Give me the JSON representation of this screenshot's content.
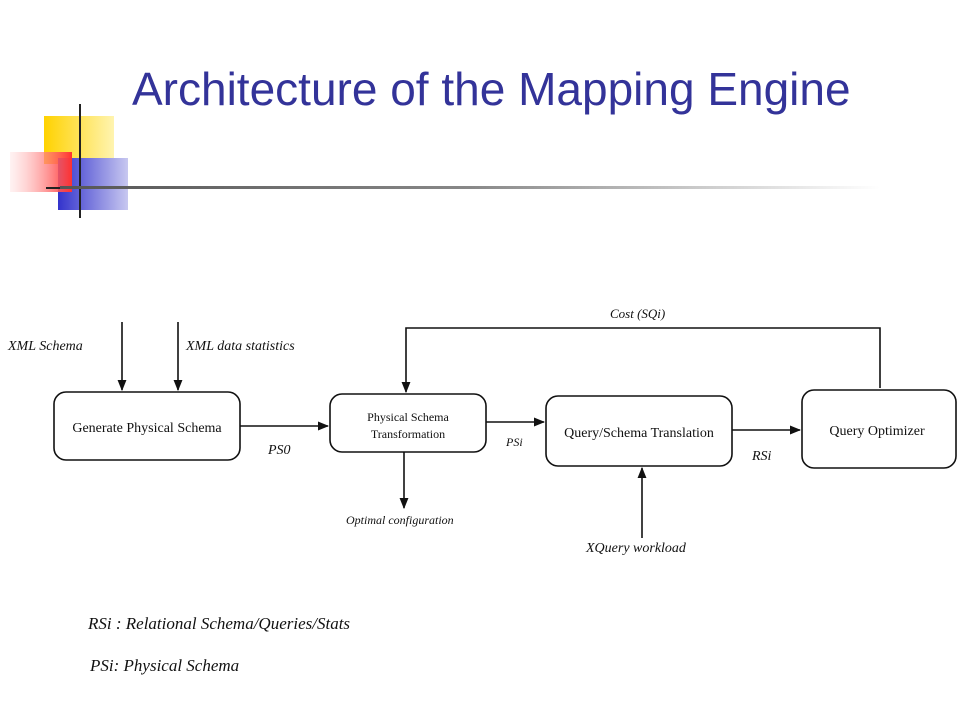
{
  "title": "Architecture of the Mapping Engine",
  "diagram": {
    "inputs": {
      "xml_schema": "XML Schema",
      "xml_data_statistics": "XML data statistics",
      "xquery_workload": "XQuery workload"
    },
    "boxes": {
      "generate_physical_schema": "Generate Physical Schema",
      "physical_schema_transformation_line1": "Physical Schema",
      "physical_schema_transformation_line2": "Transformation",
      "query_schema_translation": "Query/Schema Translation",
      "query_optimizer": "Query Optimizer"
    },
    "edges": {
      "ps0": "PS0",
      "psi": "PSi",
      "rsi": "RSi",
      "cost": "Cost (SQi)",
      "optimal_configuration": "Optimal configuration"
    }
  },
  "legend": {
    "rsi": "RSi : Relational Schema/Queries/Stats",
    "psi": "PSi: Physical Schema"
  }
}
